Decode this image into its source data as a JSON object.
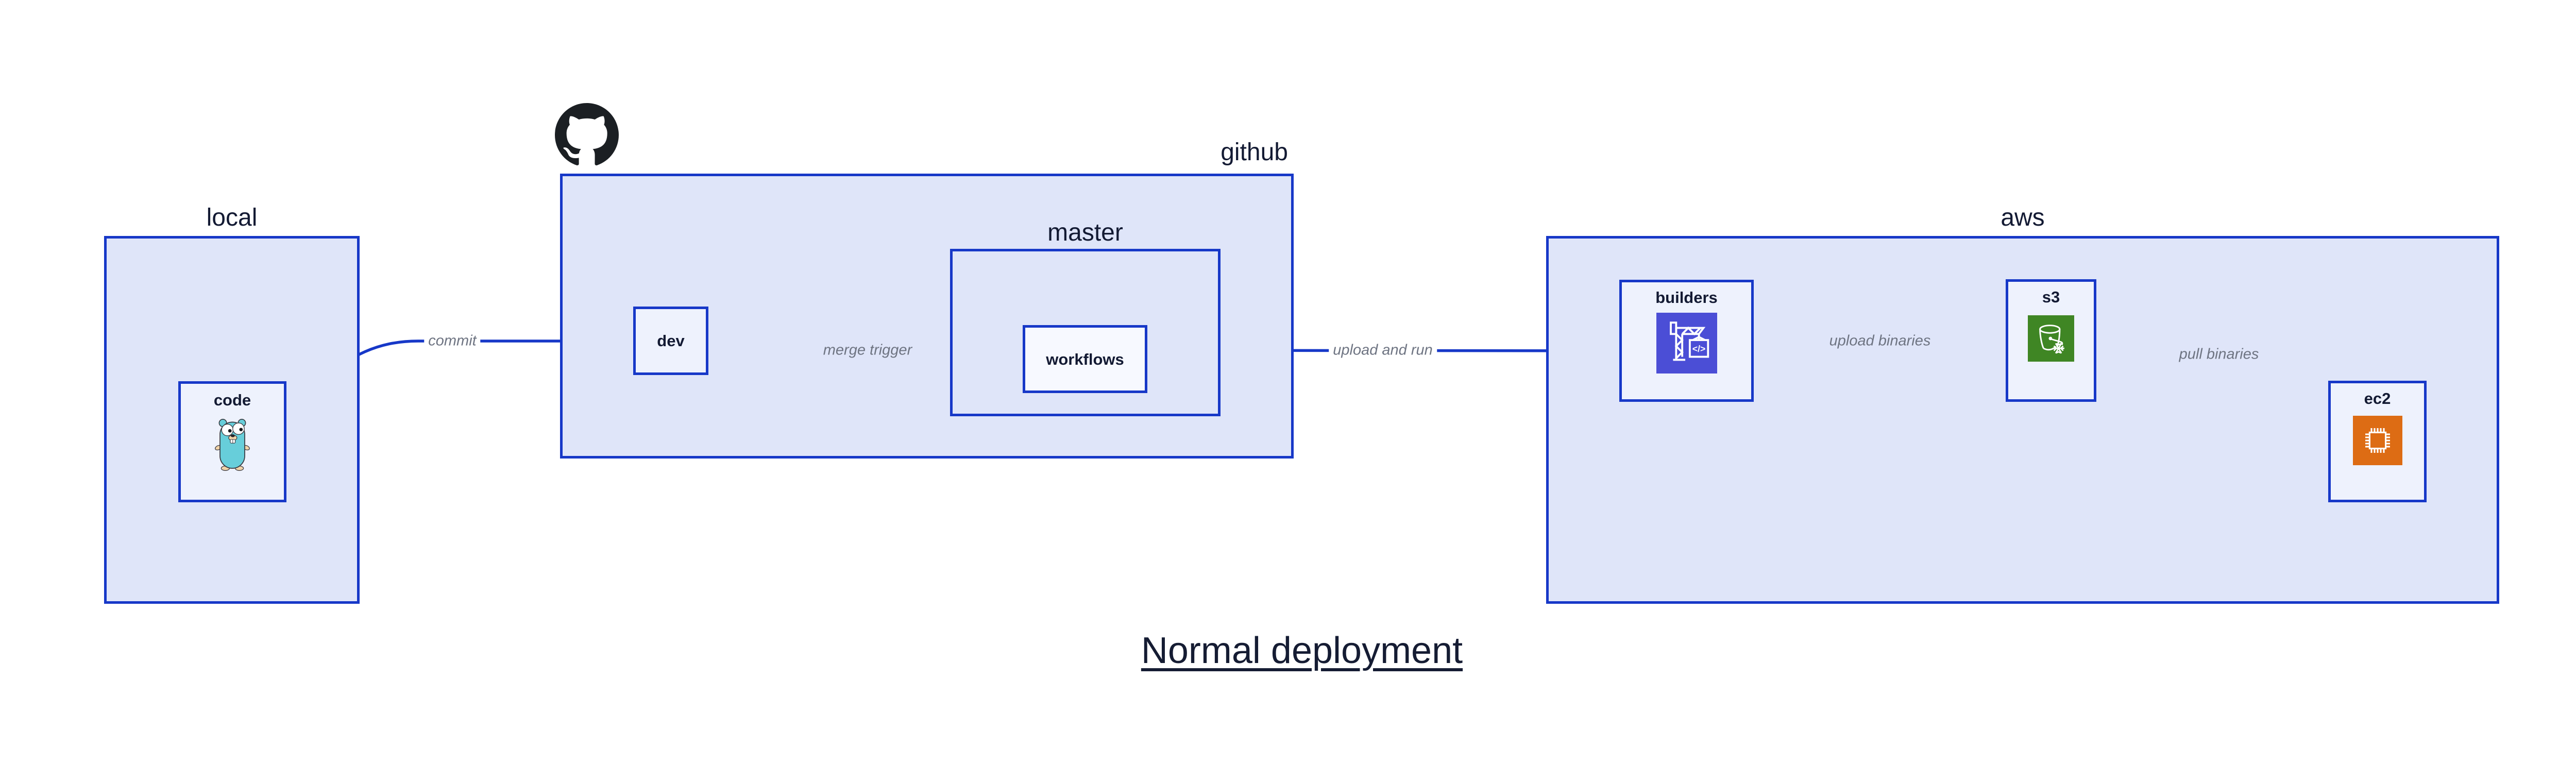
{
  "diagram": {
    "title": "Normal deployment",
    "clusters": {
      "local": {
        "label": "local"
      },
      "github": {
        "label": "github"
      },
      "master": {
        "label": "master"
      },
      "aws": {
        "label": "aws"
      }
    },
    "nodes": {
      "code": {
        "label": "code"
      },
      "dev": {
        "label": "dev"
      },
      "workflows": {
        "label": "workflows"
      },
      "builders": {
        "label": "builders"
      },
      "s3": {
        "label": "s3"
      },
      "ec2": {
        "label": "ec2"
      }
    },
    "edges": {
      "commit": {
        "label": "commit"
      },
      "merge_trigger": {
        "label": "merge trigger"
      },
      "upload_and_run": {
        "label": "upload and run"
      },
      "upload_binaries": {
        "label": "upload binaries"
      },
      "pull_binaries": {
        "label": "pull binaries"
      }
    },
    "icons": {
      "github": "octocat-icon",
      "code": "go-gopher-icon",
      "builders": "codebuild-crane-icon",
      "s3": "s3-glacier-bucket-icon",
      "ec2": "ec2-chip-icon",
      "codebuild_glyph": "</>"
    },
    "colors": {
      "edge_blue": "#1738c8",
      "cluster_fill": "#dfe5f9",
      "node_fill": "#eef2fd",
      "label_dark": "#131a33",
      "edge_label_gray": "#6e7482",
      "codebuild_purple": "#4b4ed6",
      "s3_green": "#3f8624",
      "ec2_orange": "#dd6c14",
      "github_black": "#1b1f23",
      "gopher_teal": "#67ceda"
    }
  }
}
